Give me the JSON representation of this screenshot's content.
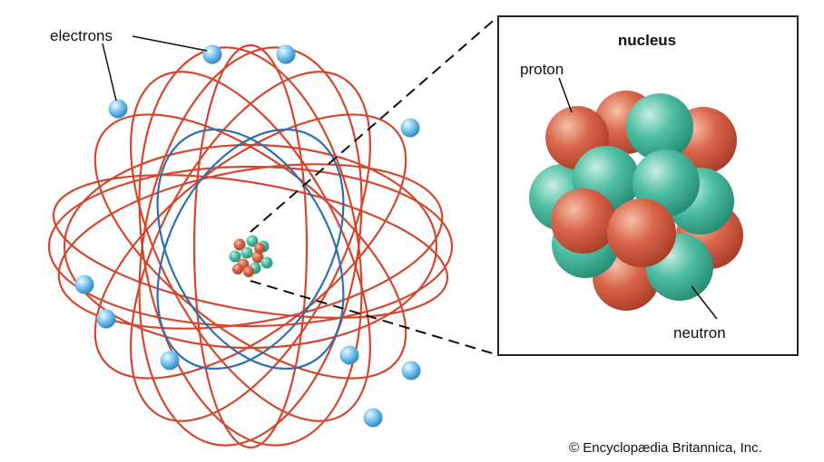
{
  "labels": {
    "electrons": "electrons",
    "nucleus_title": "nucleus",
    "proton": "proton",
    "neutron": "neutron"
  },
  "copyright": "© Encyclopædia Britannica, Inc.",
  "colors": {
    "orbit_red": "#d4472e",
    "orbit_blue": "#2f6fb0",
    "proton": "#cf5a3f",
    "neutron": "#3fb59a",
    "electron": "#5fb5ea",
    "box_border": "#222222",
    "leader": "#111111"
  }
}
